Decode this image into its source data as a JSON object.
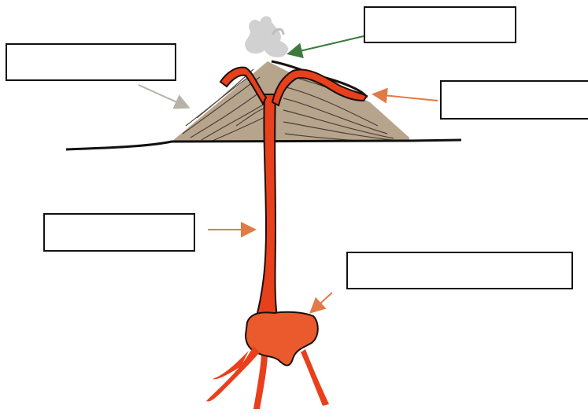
{
  "diagram": {
    "labels": [
      {
        "id": "ash-cloud",
        "text": ""
      },
      {
        "id": "volcano",
        "text": ""
      },
      {
        "id": "side-vent",
        "text": ""
      },
      {
        "id": "main-vent",
        "text": ""
      },
      {
        "id": "magma-chamber",
        "text": ""
      }
    ],
    "colors": {
      "magma": "#e8401c",
      "magma_outline": "#1a0f0a",
      "rock": "#b6a48d",
      "rock_lines": "#3b2f25",
      "ground": "#111111",
      "smoke": "#c9c9c9",
      "arrow_green": "#3d7a3d",
      "arrow_orange": "#e07b46",
      "arrow_gray": "#b8b1a8"
    },
    "icons": [
      "smoke-icon",
      "arrow-icon"
    ]
  }
}
